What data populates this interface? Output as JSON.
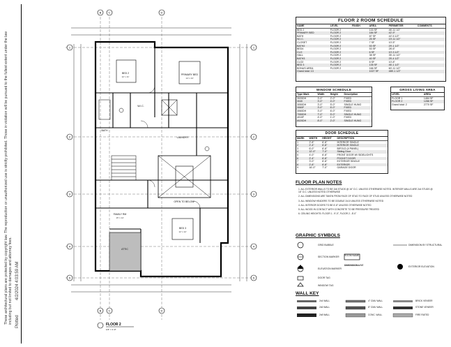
{
  "side_note": "These architectural plans are protected by copyright law. The reproduction or unauthorized use is strictly prohibited. Those in violation will be pursued to the fullest extent under the law including but not limited to damages and attorney fees.",
  "plotted": "Plotted",
  "plot_date": "4/2/2024 4:03:59 AM",
  "floor_plan": {
    "grid_top": [
      "B",
      "C",
      "D"
    ],
    "grid_bottom": [
      "B",
      "C",
      "D"
    ],
    "grid_left": [
      "1",
      "2",
      "3",
      "4",
      "5"
    ],
    "grid_right": [
      "1",
      "2",
      "3",
      "4",
      "5"
    ],
    "rooms": [
      {
        "name": "BED 2",
        "dim": "12' x 11'"
      },
      {
        "name": "PRIMARY BED",
        "dim": "14' x 13'"
      },
      {
        "name": "BATH",
        "dim": ""
      },
      {
        "name": "W.I.C.",
        "dim": ""
      },
      {
        "name": "LAUNDRY",
        "dim": ""
      },
      {
        "name": "OPEN TO BELOW",
        "dim": ""
      },
      {
        "name": "FAMILY RM",
        "dim": "15' x 14'"
      },
      {
        "name": "BED 3",
        "dim": "12' x 12'"
      },
      {
        "name": "ATTIC",
        "dim": ""
      }
    ],
    "title": "FLOOR 2",
    "scale": "1/4\" = 1'-0\""
  },
  "room_schedule": {
    "title": "FLOOR 2 ROOM SCHEDULE",
    "columns": [
      "NAME",
      "LEVEL",
      "FINISH",
      "AREA",
      "PERIMETER",
      "COMMENTS"
    ],
    "rows": [
      [
        "BED 2",
        "FLOOR 2",
        "",
        "133 SF",
        "46'-11 1/2\"",
        ""
      ],
      [
        "PRIMARY BED",
        "FLOOR 2",
        "",
        "184 SF",
        "42'-9\"",
        ""
      ],
      [
        "BATH",
        "FLOOR 2",
        "",
        "87 SF",
        "42'-5 1/2\"",
        ""
      ],
      [
        "W.I.C.",
        "FLOOR 2",
        "",
        "25 SF",
        "19'-11 1/2\"",
        ""
      ],
      [
        "CLOSET",
        "FLOOR 2",
        "",
        "7 SF",
        "10'-5\"",
        ""
      ],
      [
        "BATH2",
        "FLOOR 2",
        "",
        "53 SF",
        "29'-1 1/2\"",
        ""
      ],
      [
        "BED4",
        "FLOOR 2",
        "",
        "53 SF",
        "28'-6\"",
        ""
      ],
      [
        "CLO",
        "FLOOR 2",
        "",
        "6 SF",
        "10'-3 1/2\"",
        ""
      ],
      [
        "HALL",
        "FLOOR 2",
        "",
        "38 SF",
        "35'-11 1/2\"",
        ""
      ],
      [
        "BATH3",
        "FLOOR 2",
        "",
        "40 SF",
        "25'-4 1/2\"",
        ""
      ],
      [
        "CLO2",
        "FLOOR 2",
        "",
        "8 SF",
        "10'-8\"",
        ""
      ],
      [
        "BED 3",
        "FLOOR 2",
        "",
        "135 SF",
        "46'-1 1/2\"",
        ""
      ],
      [
        "BONUS AREA",
        "FLOOR 2",
        "",
        "166 SF",
        "60'-11 1/2\"",
        ""
      ],
      [
        "Grand total: 13",
        "",
        "",
        "1027 SF",
        "485'-1 1/2\"",
        ""
      ]
    ]
  },
  "window_schedule": {
    "title": "WINDOW SCHEDULE",
    "columns": [
      "Type Mark",
      "Width",
      "Height",
      "Description"
    ],
    "rows": [
      [
        "3020DH",
        "3'-0\"",
        "2'-0\"",
        "FIXED"
      ],
      [
        "3040",
        "3'-0\"",
        "4'-0\"",
        "FIXED"
      ],
      [
        "3050DH",
        "3'-0\"",
        "5'-0\"",
        "SINGLE HUNG"
      ],
      [
        "3060F",
        "3'-0\"",
        "6'-0\"",
        "FIXED"
      ],
      [
        "3060DH",
        "3'-0\"",
        "6'-0\"",
        "FIXED"
      ],
      [
        "7050DH",
        "7'-0\"",
        "5'-0\"",
        "SINGLE HUNG"
      ],
      [
        "4010F",
        "4'-0\"",
        "1'-0\"",
        "FIXED"
      ],
      [
        "8020DH",
        "8'-0\"",
        "2'-0\"",
        "SINGLE HUNG"
      ]
    ]
  },
  "gross_area": {
    "title": "GROSS LIVING AREA",
    "columns": [
      "LEVEL",
      "AREA"
    ],
    "rows": [
      [
        "FLOOR 1",
        "1484 SF"
      ],
      [
        "FLOOR 2",
        "1286 SF"
      ],
      [
        "Grand total: 2",
        "2770 SF"
      ]
    ]
  },
  "door_schedule": {
    "title": "DOOR SCHEDULE",
    "columns": [
      "MARK",
      "WIDTH",
      "HEIGHT",
      "DESCRIPTION"
    ],
    "rows": [
      [
        "1",
        "2'-8\"",
        "6'-8\"",
        "INTERIOR SINGLE"
      ],
      [
        "2",
        "2'-4\"",
        "6'-8\"",
        "INTERIOR SINGLE"
      ],
      [
        "3",
        "6'-0\"",
        "6'-8\"",
        "BIFOLD (4 PANEL)"
      ],
      [
        "4",
        "12'-0\"",
        "7'-0\"",
        "Sliding Door"
      ],
      [
        "5",
        "4'-0\"",
        "6'-8\"",
        "FRONT DOOR W/ SIDELIGHTS"
      ],
      [
        "6",
        "2'-4\"",
        "6'-8\"",
        "POCKET DOOR"
      ],
      [
        "7",
        "3'-0\"",
        "6'-8\"",
        "EXTERIOR SINGLE"
      ],
      [
        "8",
        "2'-8\"",
        "6'-8\"",
        "EXTERIOR"
      ],
      [
        "9",
        "16'-0\"",
        "7'-0\"",
        "GARAGE DOOR"
      ]
    ]
  },
  "notes": {
    "title": "FLOOR PLAN NOTES",
    "items": [
      "1. ALL EXTERIOR WALLS TO BE 2x6 STUDS @ 16\" O.C. UNLESS OTHERWISE NOTED. INTERIOR WALLS ARE 2x4 STUDS @ 16\" O.C. UNLESS NOTED OTHERWISE",
      "2. ALL DIMENSIONS ARE TAKEN FROM FACE OF STUD TO FACE OF STUD UNLESS OTHERWISE NOTED",
      "3. ALL WINDOW HEADERS TO BE DOUBLE 2x10 UNLESS OTHERWISE NOTED",
      "4. ALL INTERIOR DOORS TO BE 6'-8\" UNLESS OTHERWISE NOTED",
      "5. ALL WOOD IN CONTACT WITH CONCRETE TO BE PRESSURE TREATED",
      "6. CEILING HEIGHTS: FLOOR 1 - 9'-0\", FLOOR 2 - 8'-0\""
    ]
  },
  "symbols": {
    "title": "GRAPHIC SYMBOLS",
    "items": [
      {
        "label": "GRID BUBBLE"
      },
      {
        "label": "SECTION MARKER"
      },
      {
        "label": "ELEVATION MARKER"
      },
      {
        "label": "DOOR TAG"
      },
      {
        "label": "WINDOW TAG"
      },
      {
        "label": "ROOM NAME"
      },
      {
        "label": "DIMENSION LINE"
      },
      {
        "label": "DIMENSION BY STRUCTURAL"
      },
      {
        "label": "EXTERIOR ELEVATION"
      }
    ]
  },
  "wall_key": {
    "title": "WALL KEY",
    "items": [
      "2x4 WALL",
      "2x6 WALL",
      "2x8 WALL",
      "4\" CMU WALL",
      "8\" CMU WALL",
      "CONC. WALL",
      "BRICK VENEER",
      "STONE VENEER",
      "FIRE RATED"
    ]
  }
}
